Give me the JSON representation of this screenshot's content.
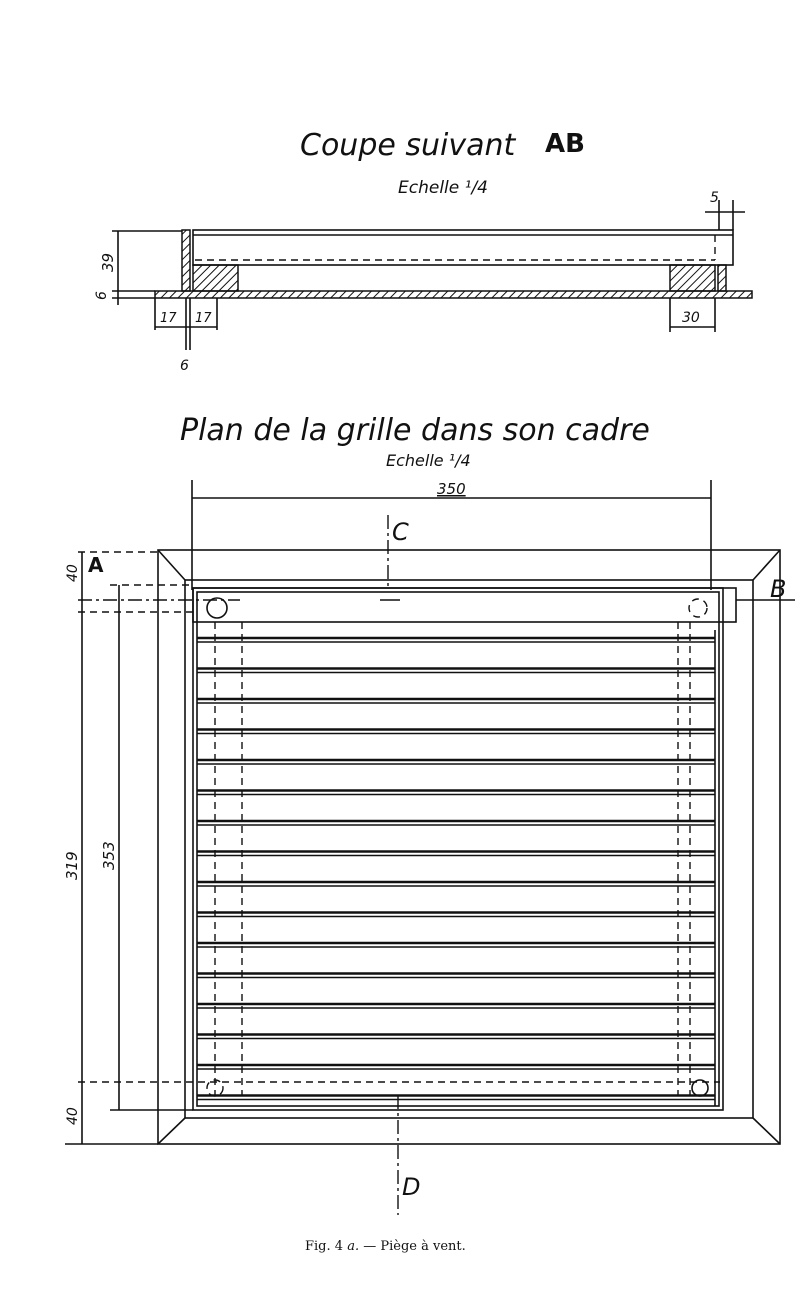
{
  "section": {
    "title_main": "Coupe suivant",
    "title_letters": "AB",
    "scale": "Echelle ¹/4",
    "dims": {
      "height": "39",
      "base": "6",
      "left_a": "17",
      "left_b": "17",
      "wall": "6",
      "right": "30",
      "top_right": "5"
    }
  },
  "plan": {
    "title": "Plan de la grille dans son cadre",
    "scale": "Echelle ¹/4",
    "dims": {
      "width": "350",
      "top": "40",
      "outer_height": "319",
      "inner_height": "353",
      "bottom": "40"
    },
    "labels": {
      "a": "A",
      "b": "B",
      "c": "C",
      "d": "D"
    }
  },
  "caption": {
    "fig": "Fig. 4",
    "letter": "a.",
    "text": "— Piège à vent."
  }
}
